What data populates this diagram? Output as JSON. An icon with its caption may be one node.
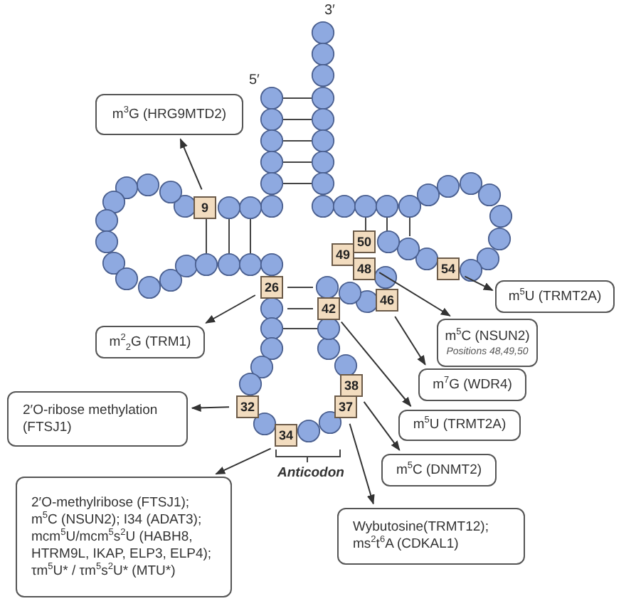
{
  "diagram": {
    "nodes": [
      {
        "text": [
          "9"
        ]
      },
      {
        "text": [
          "26"
        ]
      },
      {
        "text": [
          "32"
        ]
      },
      {
        "text": [
          "34"
        ]
      },
      {
        "text": [
          "37"
        ]
      },
      {
        "text": [
          "38"
        ]
      },
      {
        "text": [
          "42"
        ]
      },
      {
        "text": [
          "46"
        ]
      },
      {
        "text": [
          "48"
        ]
      },
      {
        "text": [
          "49"
        ]
      },
      {
        "text": [
          "50"
        ]
      },
      {
        "text": [
          "54"
        ]
      },
      {
        "text": [
          "m$^{3}$G (HRG9MTD2)"
        ]
      },
      {
        "text": [
          "m$^{2}$$_{2}$G (TRM1)"
        ]
      },
      {
        "text": [
          "2′O-ribose methylation (FTSJ1)"
        ]
      },
      {
        "text": [
          "2′O-methylribose (FTSJ1); m$^{5}$C (NSUN2); I34 (ADAT3); mcm$^{5}$U/mcm$^{5}$s$^{2}$U (HABH8, HTRM9L, IKAP, ELP3, ELP4); τm$^{5}$U* / τm$^{5}$s$^{2}$U* (MTU*)"
        ]
      },
      {
        "text": [
          "m$^{5}$U (TRMT2A)"
        ]
      },
      {
        "text": [
          "m$^{5}$C (NSUN2)",
          "Positions 48,49,50"
        ]
      },
      {
        "text": [
          "m$^{7}$G (WDR4)"
        ]
      },
      {
        "text": [
          "m$^{5}$U (TRMT2A)"
        ]
      },
      {
        "text": [
          "m$^{5}$C (DNMT2)"
        ]
      },
      {
        "text": [
          "Wybutosine(TRMT12); ms$^{2}$t$^{6}$A (CDKAL1)"
        ]
      }
    ],
    "edges": [
      {
        "from": 0,
        "to": 12,
        "arrow": "to"
      },
      {
        "from": 1,
        "to": 13,
        "arrow": "to"
      },
      {
        "from": 2,
        "to": 14,
        "arrow": "to"
      },
      {
        "from": 3,
        "to": 15,
        "arrow": "to"
      },
      {
        "from": 4,
        "to": 21,
        "arrow": "to"
      },
      {
        "from": 5,
        "to": 20,
        "arrow": "to"
      },
      {
        "from": 6,
        "to": 19,
        "arrow": "to"
      },
      {
        "from": 7,
        "to": 18,
        "arrow": "to"
      },
      {
        "from": 8,
        "to": 17,
        "arrow": "to"
      },
      {
        "from": 11,
        "to": 16,
        "arrow": "to"
      }
    ],
    "labels": [
      "3′",
      "5′",
      "Anticodon"
    ]
  }
}
